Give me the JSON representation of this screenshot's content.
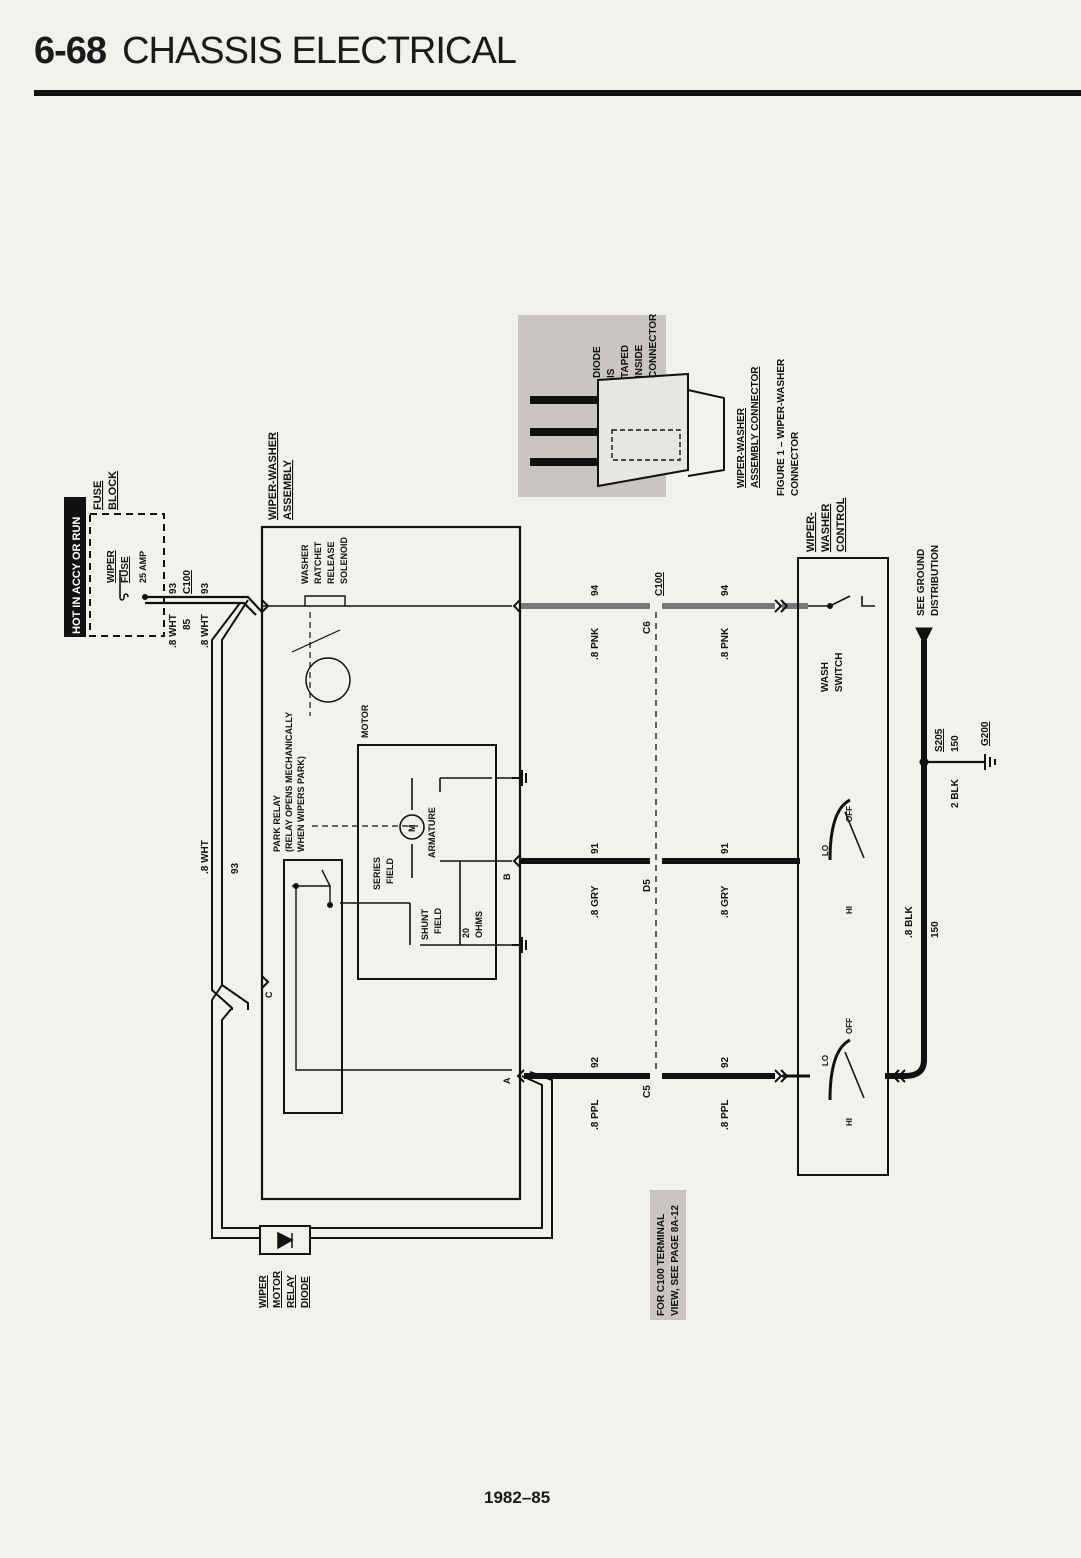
{
  "header": {
    "page_number": "6-68",
    "section_title": "CHASSIS ELECTRICAL"
  },
  "footer": {
    "years": "1982–85"
  },
  "labels": {
    "hot": "HOT IN ACCY OR RUN",
    "fuse_block": [
      "FUSE",
      "BLOCK"
    ],
    "wiper_fuse": [
      "WIPER",
      "FUSE",
      "25 AMP"
    ],
    "wiper_washer_assembly": [
      "WIPER-WASHER",
      "ASSEMBLY"
    ],
    "washer_solenoid": [
      "WASHER",
      "RATCHET",
      "RELEASE",
      "SOLENOID"
    ],
    "park_relay": [
      "PARK RELAY",
      "(RELAY OPENS MECHANICALLY",
      "WHEN WIPERS PARK)"
    ],
    "motor": "MOTOR",
    "series_field": [
      "SERIES",
      "FIELD"
    ],
    "armature": "ARMATURE",
    "shunt_field": [
      "SHUNT",
      "FIELD"
    ],
    "ohms": [
      "20",
      "OHMS"
    ],
    "wiper_motor_relay_diode": [
      "WIPER",
      "MOTOR",
      "RELAY",
      "DIODE"
    ],
    "c100_note": [
      "FOR C100 TERMINAL",
      "VIEW, SEE PAGE 8A-12"
    ],
    "wiper_washer_control": [
      "WIPER-",
      "WASHER",
      "CONTROL"
    ],
    "wash_switch": [
      "WASH",
      "SWITCH"
    ],
    "see_ground": [
      "SEE GROUND",
      "DISTRIBUTION"
    ],
    "figure_caption": [
      "FIGURE 1 – WIPER-WASHER",
      "CONNECTOR"
    ],
    "assembly_connector": [
      "WIPER-WASHER",
      "ASSEMBLY CONNECTOR"
    ],
    "diode_taped": [
      "DIODE",
      "IS",
      "TAPED",
      "INSIDE",
      "CONNECTOR"
    ],
    "c100": "C100",
    "switch_off": "OFF",
    "switch_lo": "LO",
    "switch_hi": "HI",
    "term_a": "A",
    "term_b": "B",
    "term_c": "C",
    "motor_m": "M"
  },
  "wires": {
    "w93_size": ".8 WHT",
    "w93_num": "93",
    "w85_num": "85",
    "w94_size": ".8 PNK",
    "w94_num": "94",
    "w91_size": ".8 GRY",
    "w91_num": "91",
    "w92_size": ".8 PPL",
    "w92_num": "92",
    "w150_size": ".8 BLK",
    "w150_num": "150",
    "w2blk": "2 BLK",
    "c6": "C6",
    "d5": "D5",
    "c5": "C5",
    "s205": "S205",
    "g200": "G200"
  }
}
